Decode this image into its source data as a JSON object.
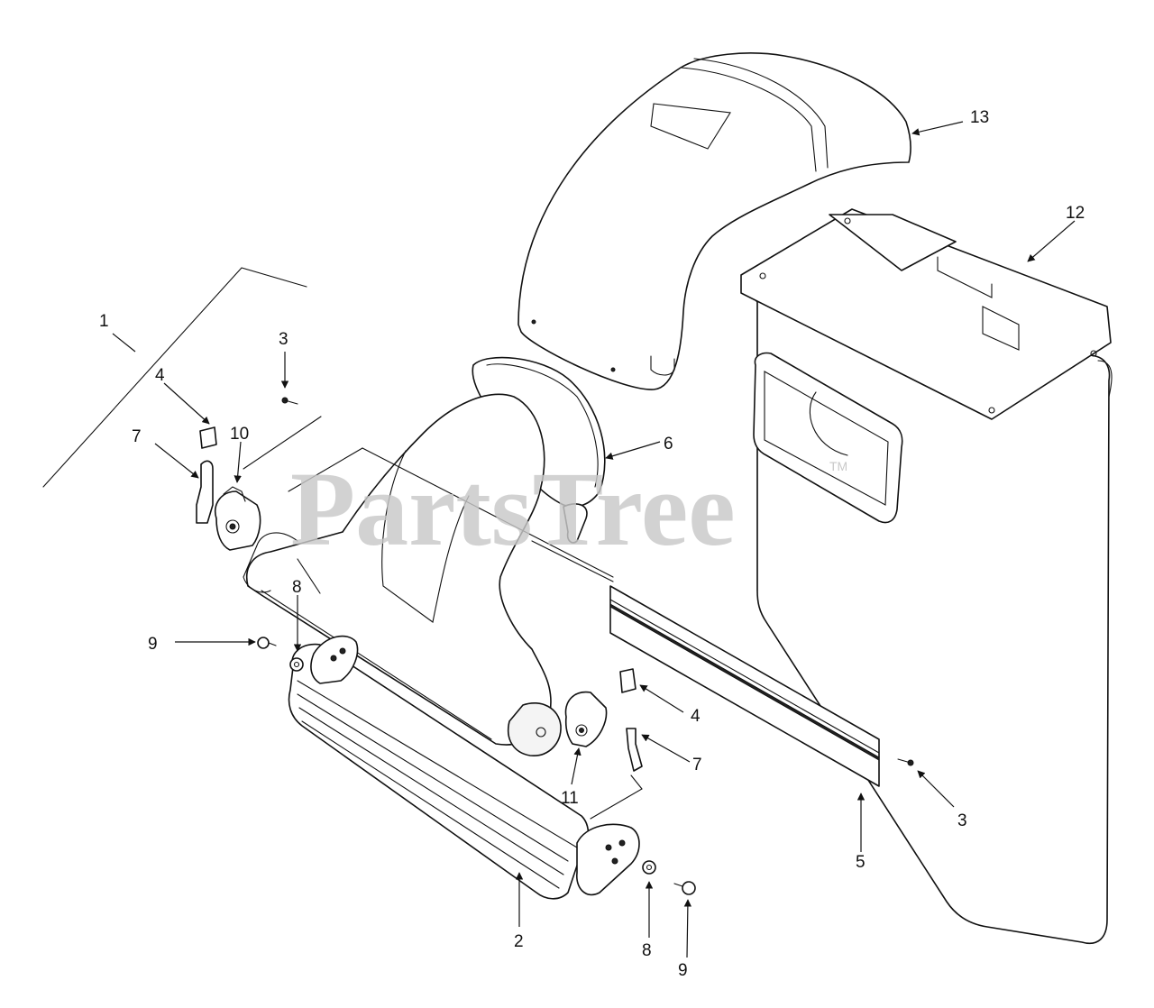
{
  "watermark": {
    "text": "PartsTree",
    "tm": "TM"
  },
  "callouts": {
    "c1": "1",
    "c2": "2",
    "c3a": "3",
    "c3b": "3",
    "c4a": "4",
    "c4b": "4",
    "c5": "5",
    "c6": "6",
    "c7a": "7",
    "c7b": "7",
    "c8a": "8",
    "c8b": "8",
    "c9a": "9",
    "c9b": "9",
    "c10": "10",
    "c11": "11",
    "c12": "12",
    "c13": "13"
  },
  "colors": {
    "line": "#111111",
    "watermark": "#c9c9c9",
    "background": "#ffffff"
  }
}
